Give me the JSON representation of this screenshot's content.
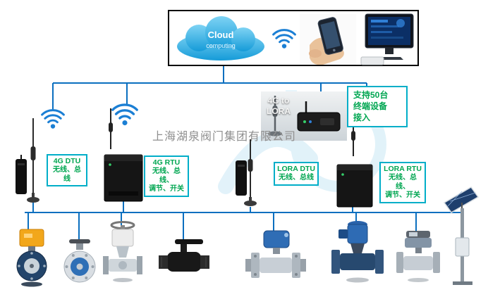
{
  "company": {
    "watermark": "上海湖泉阀门集团有限公司"
  },
  "cloud": {
    "title": "Cloud",
    "subtitle": "computing"
  },
  "gateway": {
    "label": "4G to\nLORA"
  },
  "callout": {
    "text": "支持50台\n终端设备\n接入"
  },
  "devices": [
    {
      "title": "4G DTU",
      "desc": "无线、总线"
    },
    {
      "title": "4G RTU",
      "desc": "无线、总线、\n调节、开关"
    },
    {
      "title": "LORA DTU",
      "desc": "无线、总线"
    },
    {
      "title": "LORA RTU",
      "desc": "无线、总线、\n调节、开关"
    }
  ],
  "icons": {
    "cloud": "cloud-computing-icon",
    "wifi": "wifi-signal-icon",
    "phone": "hand-holding-smartphone-image",
    "monitor": "desktop-computer-image",
    "antenna": "whip-antenna-icon"
  },
  "valves": [
    {
      "name": "butterfly-valve-electric-yellow"
    },
    {
      "name": "butterfly-valve-manual-blue"
    },
    {
      "name": "gate-valve-actuated-white"
    },
    {
      "name": "ball-valve-black-threaded"
    },
    {
      "name": "ball-valve-flanged-electric-blue"
    },
    {
      "name": "globe-valve-electric-blue"
    },
    {
      "name": "ball-valve-flanged-electric-gray"
    },
    {
      "name": "solar-powered-terminal-pole"
    }
  ],
  "colors": {
    "connector_line": "#0B6FBF",
    "label_border": "#00AEC8",
    "label_text": "#00A651",
    "cloud_blue": "#159BD8"
  }
}
